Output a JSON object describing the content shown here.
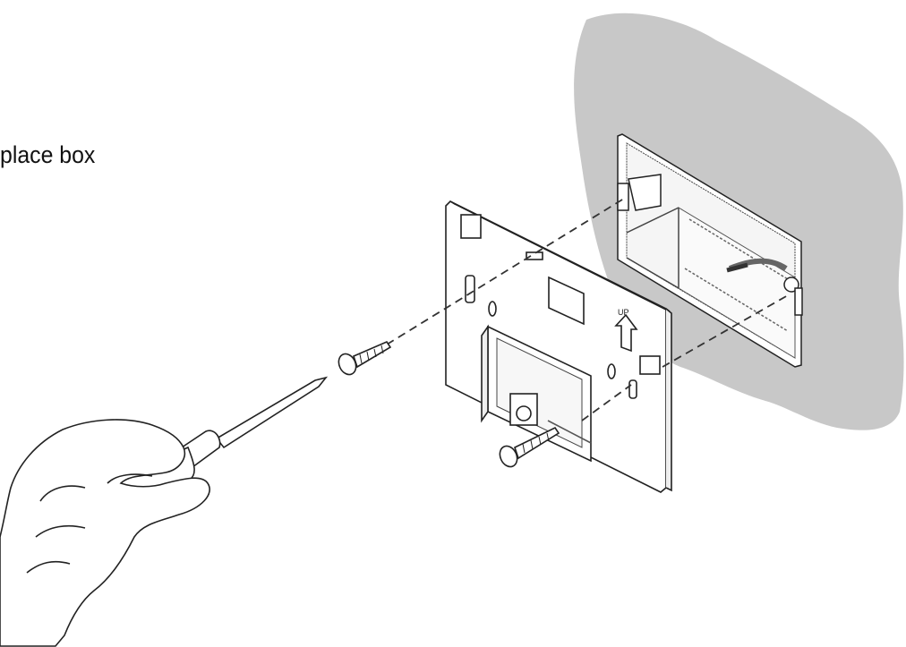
{
  "figure": {
    "caption": "place box",
    "arrow_label": "UP",
    "colors": {
      "wall": "#c8c8c8",
      "line": "#222222",
      "background": "#ffffff",
      "wire": "#8a8a8a"
    },
    "parts": [
      "wall",
      "electrical-box",
      "mounting-plate",
      "screw-upper",
      "screw-lower",
      "screwdriver",
      "hand"
    ]
  }
}
